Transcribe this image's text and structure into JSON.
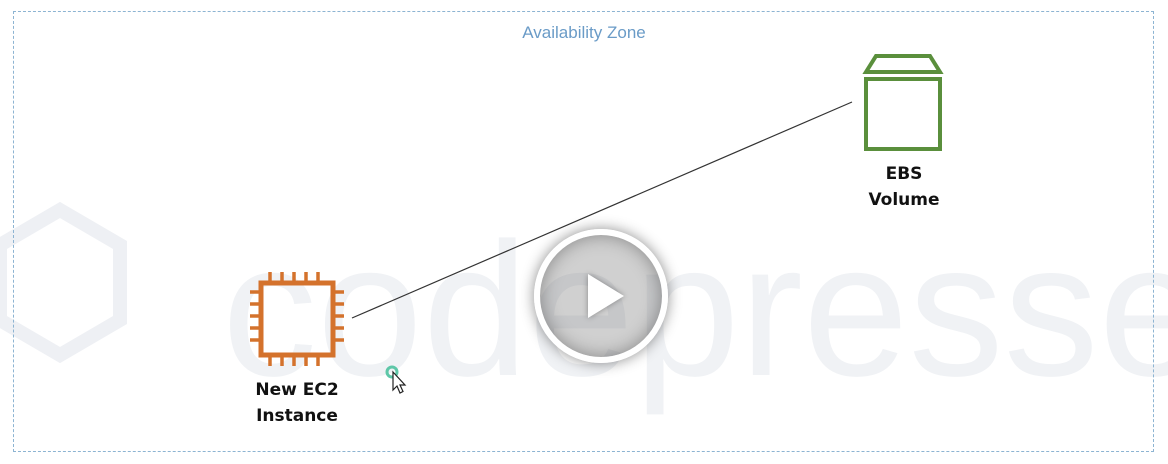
{
  "zone": {
    "label": "Availability Zone"
  },
  "nodes": {
    "ec2": {
      "line1": "New EC2",
      "line2": "Instance",
      "icon": "ec2-chip-icon",
      "color": "#d4722c"
    },
    "ebs": {
      "line1": "EBS",
      "line2": "Volume",
      "icon": "ebs-volume-icon",
      "color": "#5a8f3c"
    }
  },
  "connector": {
    "from": "ec2",
    "to": "ebs"
  },
  "overlay": {
    "watermark_text": "codepresse",
    "play_icon": "play-icon",
    "cursor_icon": "mouse-pointer-icon"
  },
  "colors": {
    "zone_border": "#8db4d2",
    "zone_label": "#6a9bc7",
    "ec2": "#d4722c",
    "ebs": "#5a8f3c"
  }
}
